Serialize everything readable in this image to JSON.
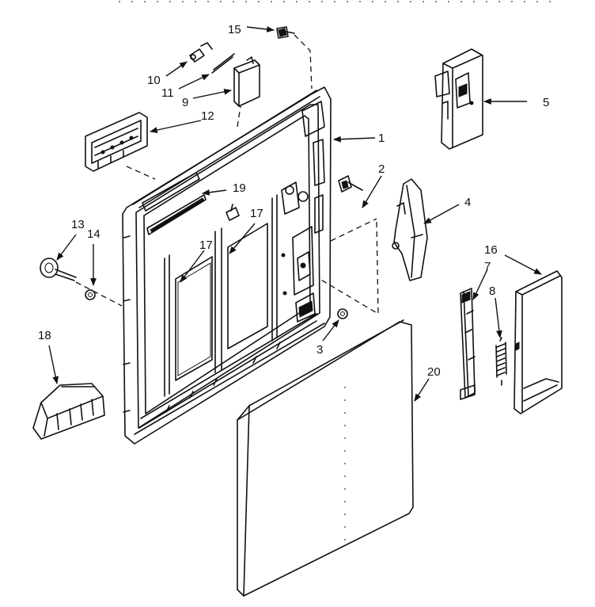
{
  "callouts": {
    "c1": "1",
    "c2": "2",
    "c3": "3",
    "c4": "4",
    "c5": "5",
    "c7": "7",
    "c8": "8",
    "c9": "9",
    "c10": "10",
    "c11": "11",
    "c12": "12",
    "c13": "13",
    "c14": "14",
    "c15": "15",
    "c16": "16",
    "c17a": "17",
    "c17b": "17",
    "c18": "18",
    "c19": "19",
    "c20": "20"
  }
}
